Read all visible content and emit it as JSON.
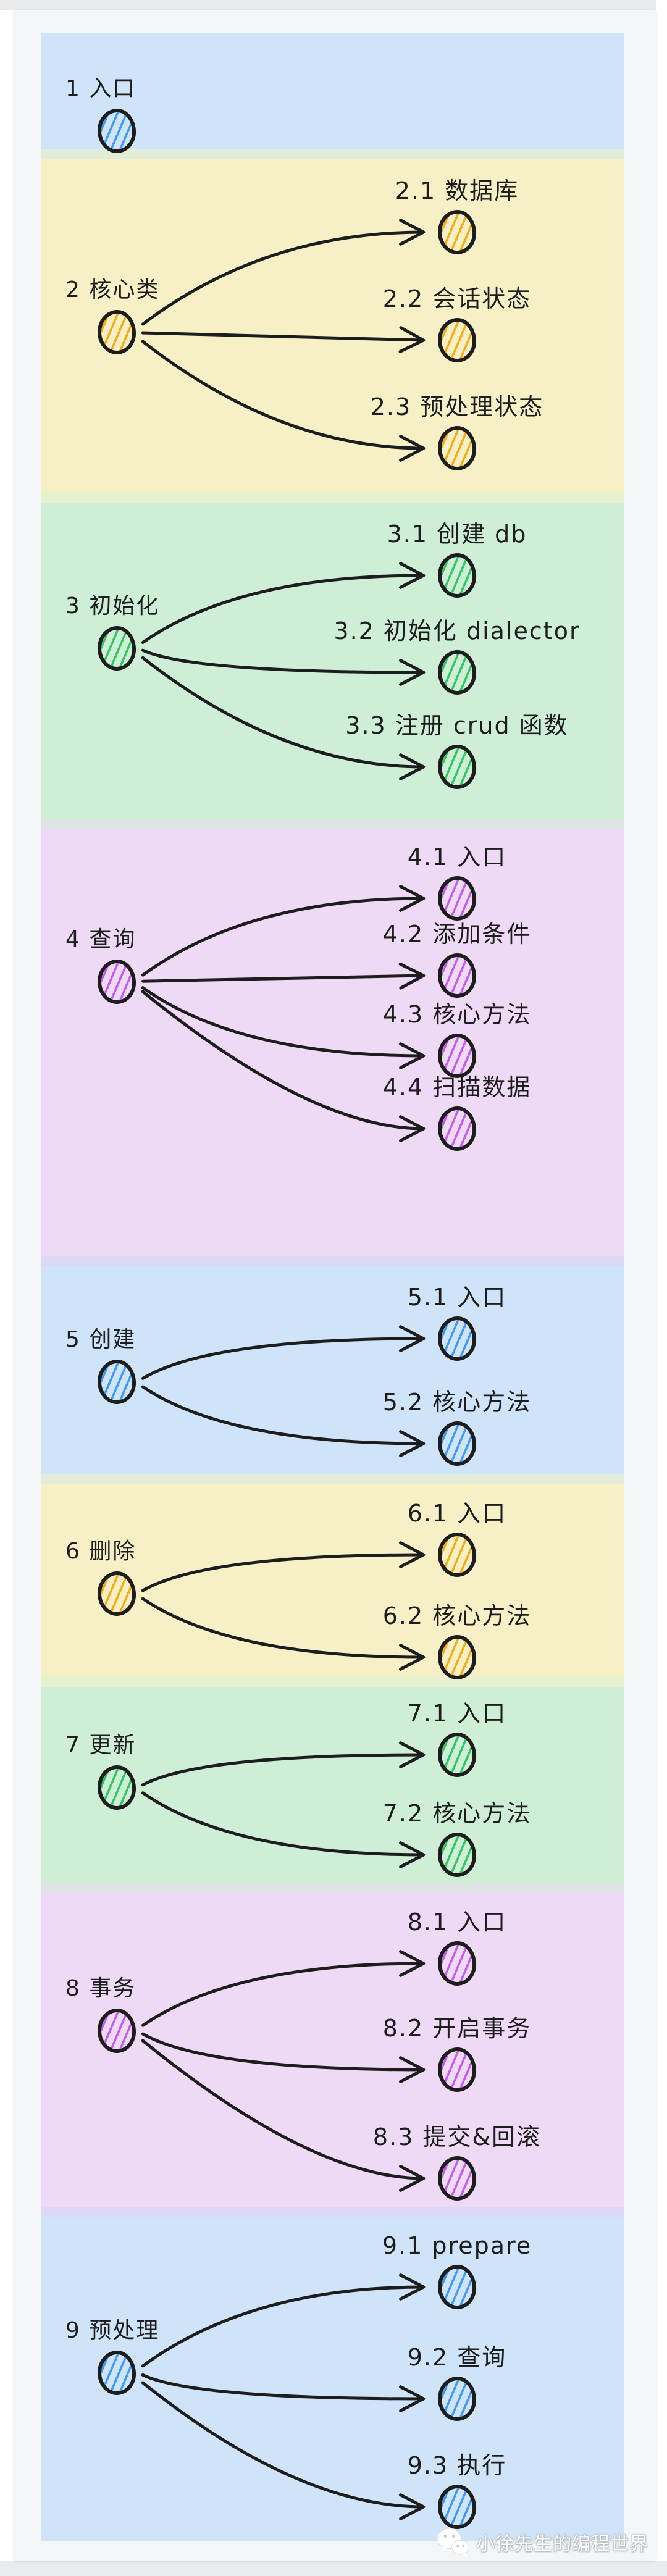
{
  "palette": {
    "ink": "#1d1d1d",
    "blue": {
      "band": "#cfe4f9",
      "hatch": "#3f9bf5"
    },
    "yellow": {
      "band": "#f7f0c7",
      "hatch": "#f5ad14"
    },
    "green": {
      "band": "#cfeed6",
      "hatch": "#31c763"
    },
    "purple": {
      "band": "#efdaf6",
      "hatch": "#c55bf1"
    }
  },
  "watermark": {
    "text": "小徐先生的编程世界",
    "icon": "wechat-icon"
  },
  "sections": [
    {
      "id": "1",
      "label": "1 入口",
      "color": "blue",
      "children": []
    },
    {
      "id": "2",
      "label": "2 核心类",
      "color": "yellow",
      "children": [
        {
          "label": "2.1 数据库"
        },
        {
          "label": "2.2 会话状态"
        },
        {
          "label": "2.3 预处理状态"
        }
      ]
    },
    {
      "id": "3",
      "label": "3 初始化",
      "color": "green",
      "children": [
        {
          "label": "3.1 创建 db"
        },
        {
          "label": "3.2 初始化 dialector"
        },
        {
          "label": "3.3 注册 crud 函数"
        }
      ]
    },
    {
      "id": "4",
      "label": "4 查询",
      "color": "purple",
      "children": [
        {
          "label": "4.1 入口"
        },
        {
          "label": "4.2 添加条件"
        },
        {
          "label": "4.3 核心方法"
        },
        {
          "label": "4.4 扫描数据"
        }
      ]
    },
    {
      "id": "5",
      "label": "5 创建",
      "color": "blue",
      "children": [
        {
          "label": "5.1 入口"
        },
        {
          "label": "5.2 核心方法"
        }
      ]
    },
    {
      "id": "6",
      "label": "6 删除",
      "color": "yellow",
      "children": [
        {
          "label": "6.1 入口"
        },
        {
          "label": "6.2 核心方法"
        }
      ]
    },
    {
      "id": "7",
      "label": "7 更新",
      "color": "green",
      "children": [
        {
          "label": "7.1 入口"
        },
        {
          "label": "7.2 核心方法"
        }
      ]
    },
    {
      "id": "8",
      "label": "8 事务",
      "color": "purple",
      "children": [
        {
          "label": "8.1 入口"
        },
        {
          "label": "8.2 开启事务"
        },
        {
          "label": "8.3 提交&回滚"
        }
      ]
    },
    {
      "id": "9",
      "label": "9 预处理",
      "color": "blue",
      "children": [
        {
          "label": "9.1 prepare"
        },
        {
          "label": "9.2 查询"
        },
        {
          "label": "9.3 执行"
        }
      ]
    }
  ]
}
